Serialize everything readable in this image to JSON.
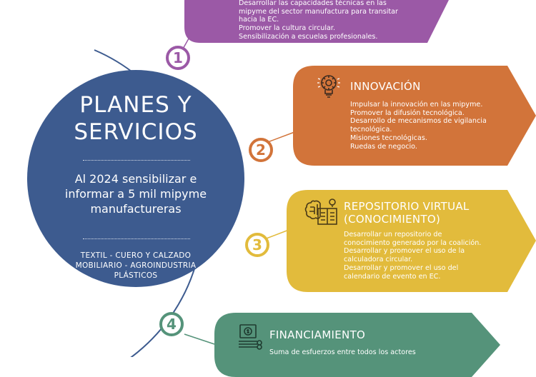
{
  "main": {
    "title_line1": "PLANES Y",
    "title_line2": "SERVICIOS",
    "goal_line1": "Al 2024 sensibilizar e",
    "goal_line2": "informar a 5 mil mipyme",
    "goal_line3": "manufactureras",
    "sectors_line1": "TEXTIL - CUERO Y CALZADO",
    "sectors_line2": "MOBILIARIO - AGROINDUSTRIA",
    "sectors_line3": "PLÁSTICOS"
  },
  "colors": {
    "circle": "#3d5b8f",
    "arc": "#3d5b8f",
    "card1": "#9b59a6",
    "card2": "#d2743a",
    "card3": "#e2bb3c",
    "card4": "#55937a"
  },
  "cards": [
    {
      "number": "1",
      "title": "",
      "icon": "",
      "lines": [
        "Desarrollar las capacidades técnicas en las",
        "mipyme del sector manufactura para transitar",
        "hacia la EC.",
        "Promover la cultura circular.",
        "Sensibilización a escuelas profesionales."
      ]
    },
    {
      "number": "2",
      "title": "INNOVACIÓN",
      "icon": "lightbulb-gear-icon",
      "lines": [
        "Impulsar la innovación en las mipyme.",
        "Promover la difusión tecnológica.",
        "Desarrollo de mecanismos de vigilancia",
        "tecnológica.",
        "Misiones tecnológicas.",
        "Ruedas de negocio."
      ]
    },
    {
      "number": "3",
      "title_line1": "REPOSITORIO VIRTUAL",
      "title_line2": "(CONOCIMIENTO)",
      "icon": "brain-book-icon",
      "lines": [
        "Desarrollar un repositorio de",
        "conocimiento generado por la coalición.",
        "Desarrollar y promover el uso de la",
        "calculadora circular.",
        "Desarrollar y promover el uso del",
        "calendario de evento en EC."
      ]
    },
    {
      "number": "4",
      "title": "FINANCIAMIENTO",
      "icon": "money-icon",
      "lines": [
        "Suma de esfuerzos entre todos los actores"
      ]
    }
  ]
}
